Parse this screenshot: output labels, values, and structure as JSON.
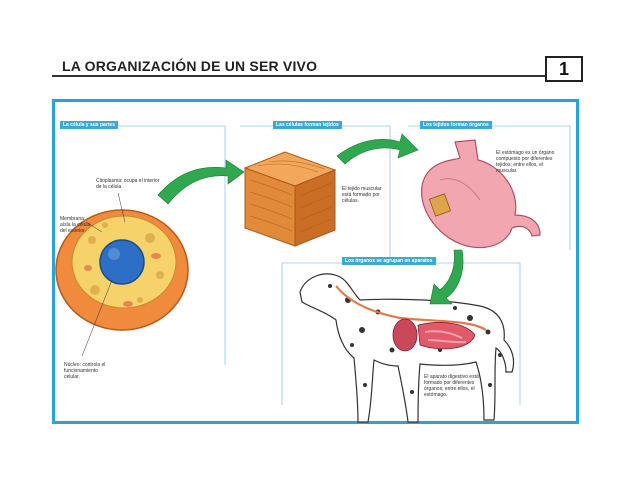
{
  "header": {
    "title": "LA ORGANIZACIÓN DE UN SER VIVO",
    "number": "1"
  },
  "sections": [
    {
      "label": "La célula y sus partes"
    },
    {
      "label": "Las células forman tejidos"
    },
    {
      "label": "Los tejidos forman órganos"
    },
    {
      "label": "Los órganos se agrupan en aparatos"
    }
  ],
  "captions": {
    "citoplasma": "Citoplasma: ocupa el interior de la célula",
    "membrana": "Membrana: aísla la célula del exterior.",
    "nucleo": "Núcleo: controla el funcionamiento celular.",
    "tejido": "El tejido muscular está formado por células.",
    "estomago": "El estómago es un órgano compuesto por diferentes tejidos; entre ellos, el muscular.",
    "aparato": "El aparato digestivo está formado por diferentes órganos; entre ellos, el estómago."
  },
  "colors": {
    "frame": "#29a3d6",
    "label_bg": "#3aa9d6",
    "arrow": "#2fa84f",
    "cell_membrane": "#f08a3c",
    "cytoplasm": "#f5d36a",
    "nucleus": "#2d6fc4",
    "tissue": "#e08a3a",
    "stomach": "#f2a7b0"
  }
}
